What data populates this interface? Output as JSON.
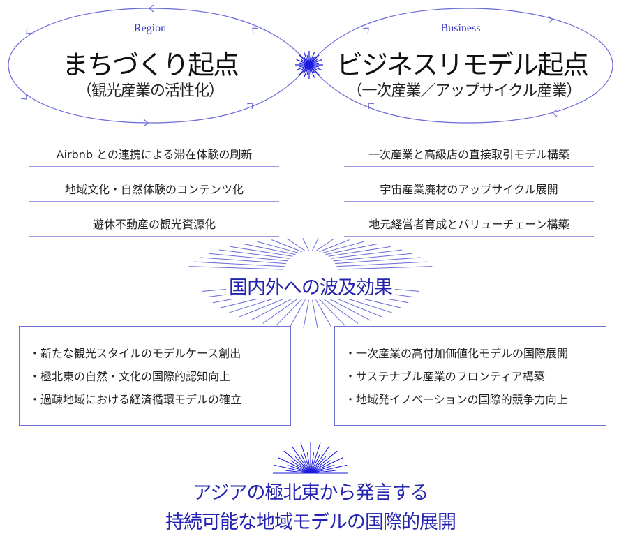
{
  "region": {
    "label": "Region",
    "title": "まちづくり起点",
    "subtitle": "（観光産業の活性化）",
    "items": [
      "Airbnb との連携による滞在体験の刷新",
      "地域文化・自然体験のコンテンツ化",
      "遊休不動産の観光資源化"
    ]
  },
  "business": {
    "label": "Business",
    "title": "ビジネスリモデル起点",
    "subtitle": "（一次産業／アップサイクル産業）",
    "items": [
      "一次産業と高級店の直接取引モデル構築",
      "宇宙産業廃材のアップサイクル展開",
      "地元経営者育成とバリューチェーン構築"
    ]
  },
  "effects": {
    "heading": "国内外への波及効果",
    "left": [
      "・新たな観光スタイルのモデルケース創出",
      "・極北東の自然・文化の国際的認知向上",
      "・過疎地域における経済循環モデルの確立"
    ],
    "right": [
      "・一次産業の高付加価値化モデルの国際展開",
      "・サステナブル産業のフロンティア構築",
      "・地域発イノベーションの国際的競争力向上"
    ]
  },
  "conclusion": {
    "line1": "アジアの極北東から発言する",
    "line2": "持続可能な地域モデルの国際的展開"
  },
  "colors": {
    "accent": "#2323b0",
    "line": "#6a6ad8",
    "star": "#1a1ae0"
  }
}
